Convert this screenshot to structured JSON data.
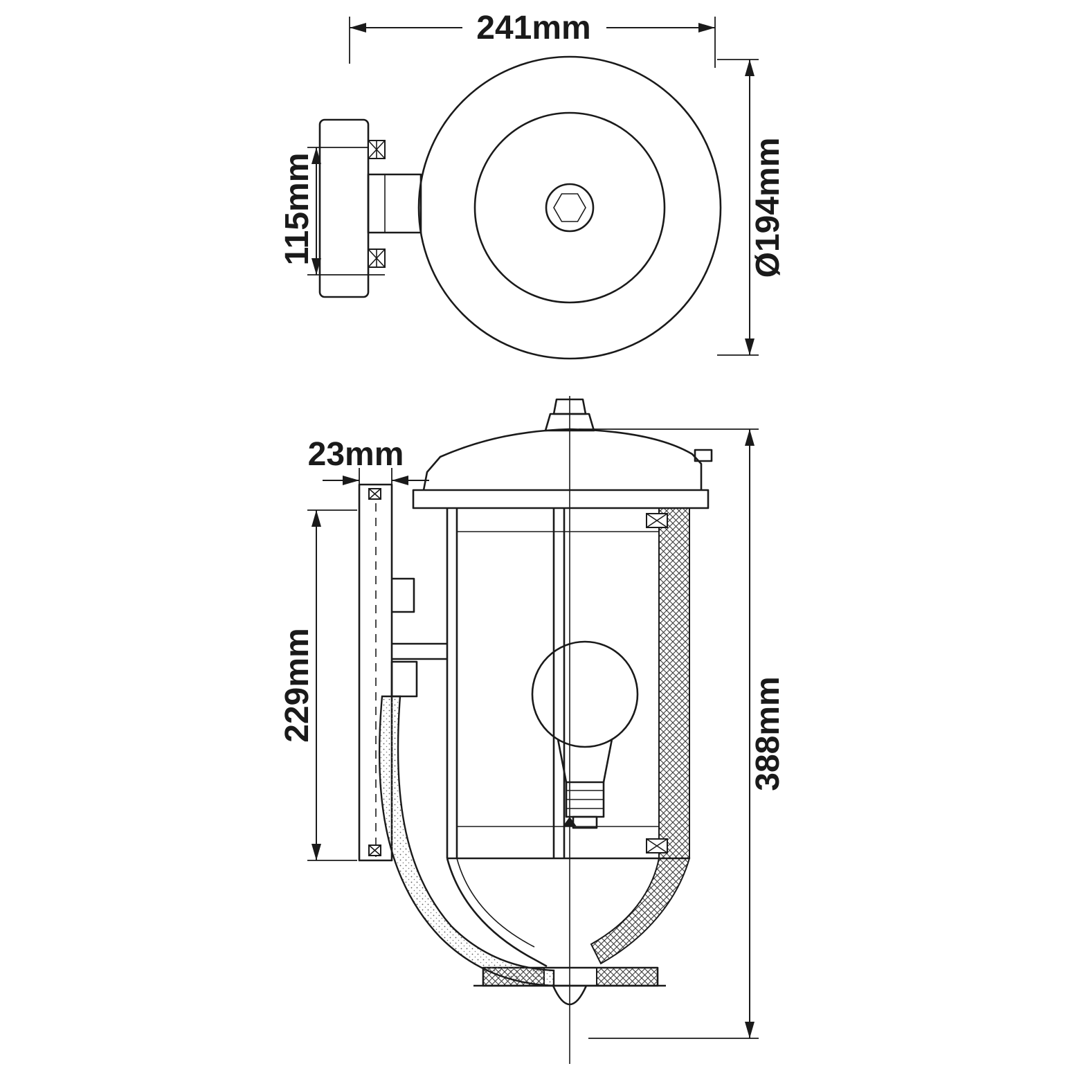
{
  "drawing": {
    "background_color": "#ffffff",
    "line_color": "#1a1a1a",
    "top_view": {
      "width_label": "241mm",
      "mount_height_label": "115mm",
      "diameter_label": "Ø194mm"
    },
    "side_view": {
      "backplate_depth_label": "23mm",
      "backplate_height_label": "229mm",
      "overall_height_label": "388mm"
    }
  }
}
